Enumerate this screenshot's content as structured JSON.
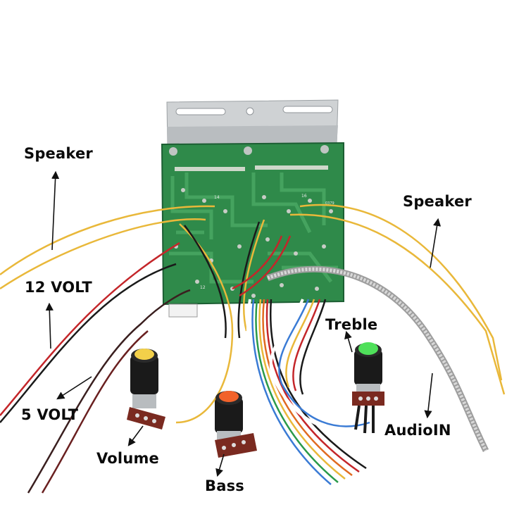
{
  "title": "Audio amplifier board wiring diagram",
  "labels": {
    "speaker_left": "Speaker",
    "speaker_right": "Speaker",
    "volt12": "12 VOLT",
    "volt5": "5 VOLT",
    "volume": "Volume",
    "bass": "Bass",
    "treble": "Treble",
    "audio_in": "AudioIN"
  },
  "board": {
    "pcb_marks": [
      "14",
      "16",
      "12",
      "0379"
    ]
  },
  "knobs": [
    {
      "name": "Volume",
      "cap_color": "#f2d04a"
    },
    {
      "name": "Bass",
      "cap_color": "#f2622a"
    },
    {
      "name": "Treble",
      "cap_color": "#4fe05a"
    }
  ],
  "colors": {
    "pcb": "#2f8a4a",
    "pcb_dark": "#1f6a38",
    "bracket": "#c9ccce",
    "speaker_wire": "#e9b83a",
    "red_wire": "#c4262a",
    "black_wire": "#1a1a1a",
    "shield_cable": "#bdbdbd"
  }
}
